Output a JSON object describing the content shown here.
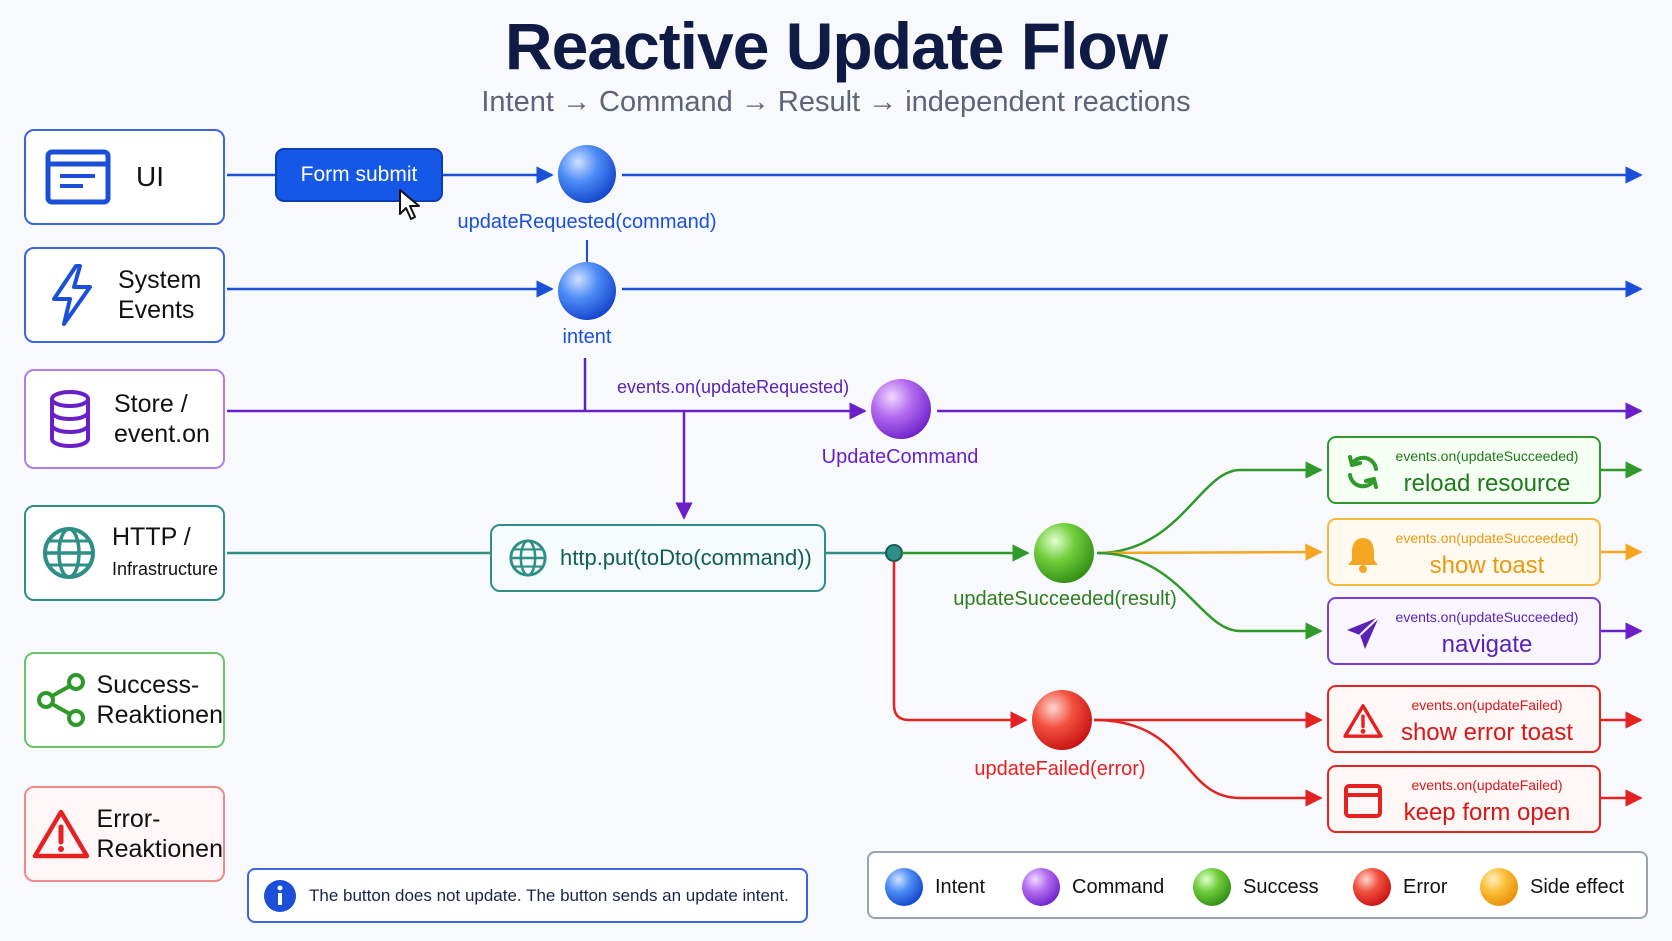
{
  "title": "Reactive Update Flow",
  "subtitle": "Intent → Command → Result → independent reactions",
  "lanes": {
    "ui": {
      "label": "UI"
    },
    "system": {
      "line1": "System",
      "line2": "Events"
    },
    "store": {
      "line1": "Store /",
      "line2": "event.on"
    },
    "http": {
      "line1": "HTTP /",
      "line2": "Infrastructure"
    },
    "success": {
      "line1": "Success-",
      "line2": "Reaktionen"
    },
    "error": {
      "line1": "Error-",
      "line2": "Reaktionen"
    }
  },
  "form_button": "Form submit",
  "nodes": {
    "update_requested": "updateRequested(command)",
    "intent": "intent",
    "events_on_requested": "events.on(updateRequested)",
    "update_command": "UpdateCommand",
    "http_call": "http.put(toDto(command))",
    "update_succeeded": "updateSucceeded(result)",
    "update_failed": "updateFailed(error)"
  },
  "reactions": [
    {
      "event": "events.on(updateSucceeded)",
      "action": "reload resource",
      "icon": "refresh-icon"
    },
    {
      "event": "events.on(updateSucceeded)",
      "action": "show toast",
      "icon": "bell-icon"
    },
    {
      "event": "events.on(updateSucceeded)",
      "action": "navigate",
      "icon": "send-icon"
    },
    {
      "event": "events.on(updateFailed)",
      "action": "show error toast",
      "icon": "warning-icon"
    },
    {
      "event": "events.on(updateFailed)",
      "action": "keep form open",
      "icon": "window-icon"
    }
  ],
  "note": "The button does not update. The button sends an update intent.",
  "legend": [
    {
      "label": "Intent",
      "color": "#1a5ae6"
    },
    {
      "label": "Command",
      "color": "#8a2be2"
    },
    {
      "label": "Success",
      "color": "#3a9a1a"
    },
    {
      "label": "Error",
      "color": "#e02020"
    },
    {
      "label": "Side effect",
      "color": "#f5a10e"
    }
  ],
  "colors": {
    "intent": "#1a4fd8",
    "command": "#6a1fc8",
    "http": "#2f8f86",
    "success": "#2f9a2b",
    "error": "#e52222",
    "side_effect": "#f5a623"
  }
}
